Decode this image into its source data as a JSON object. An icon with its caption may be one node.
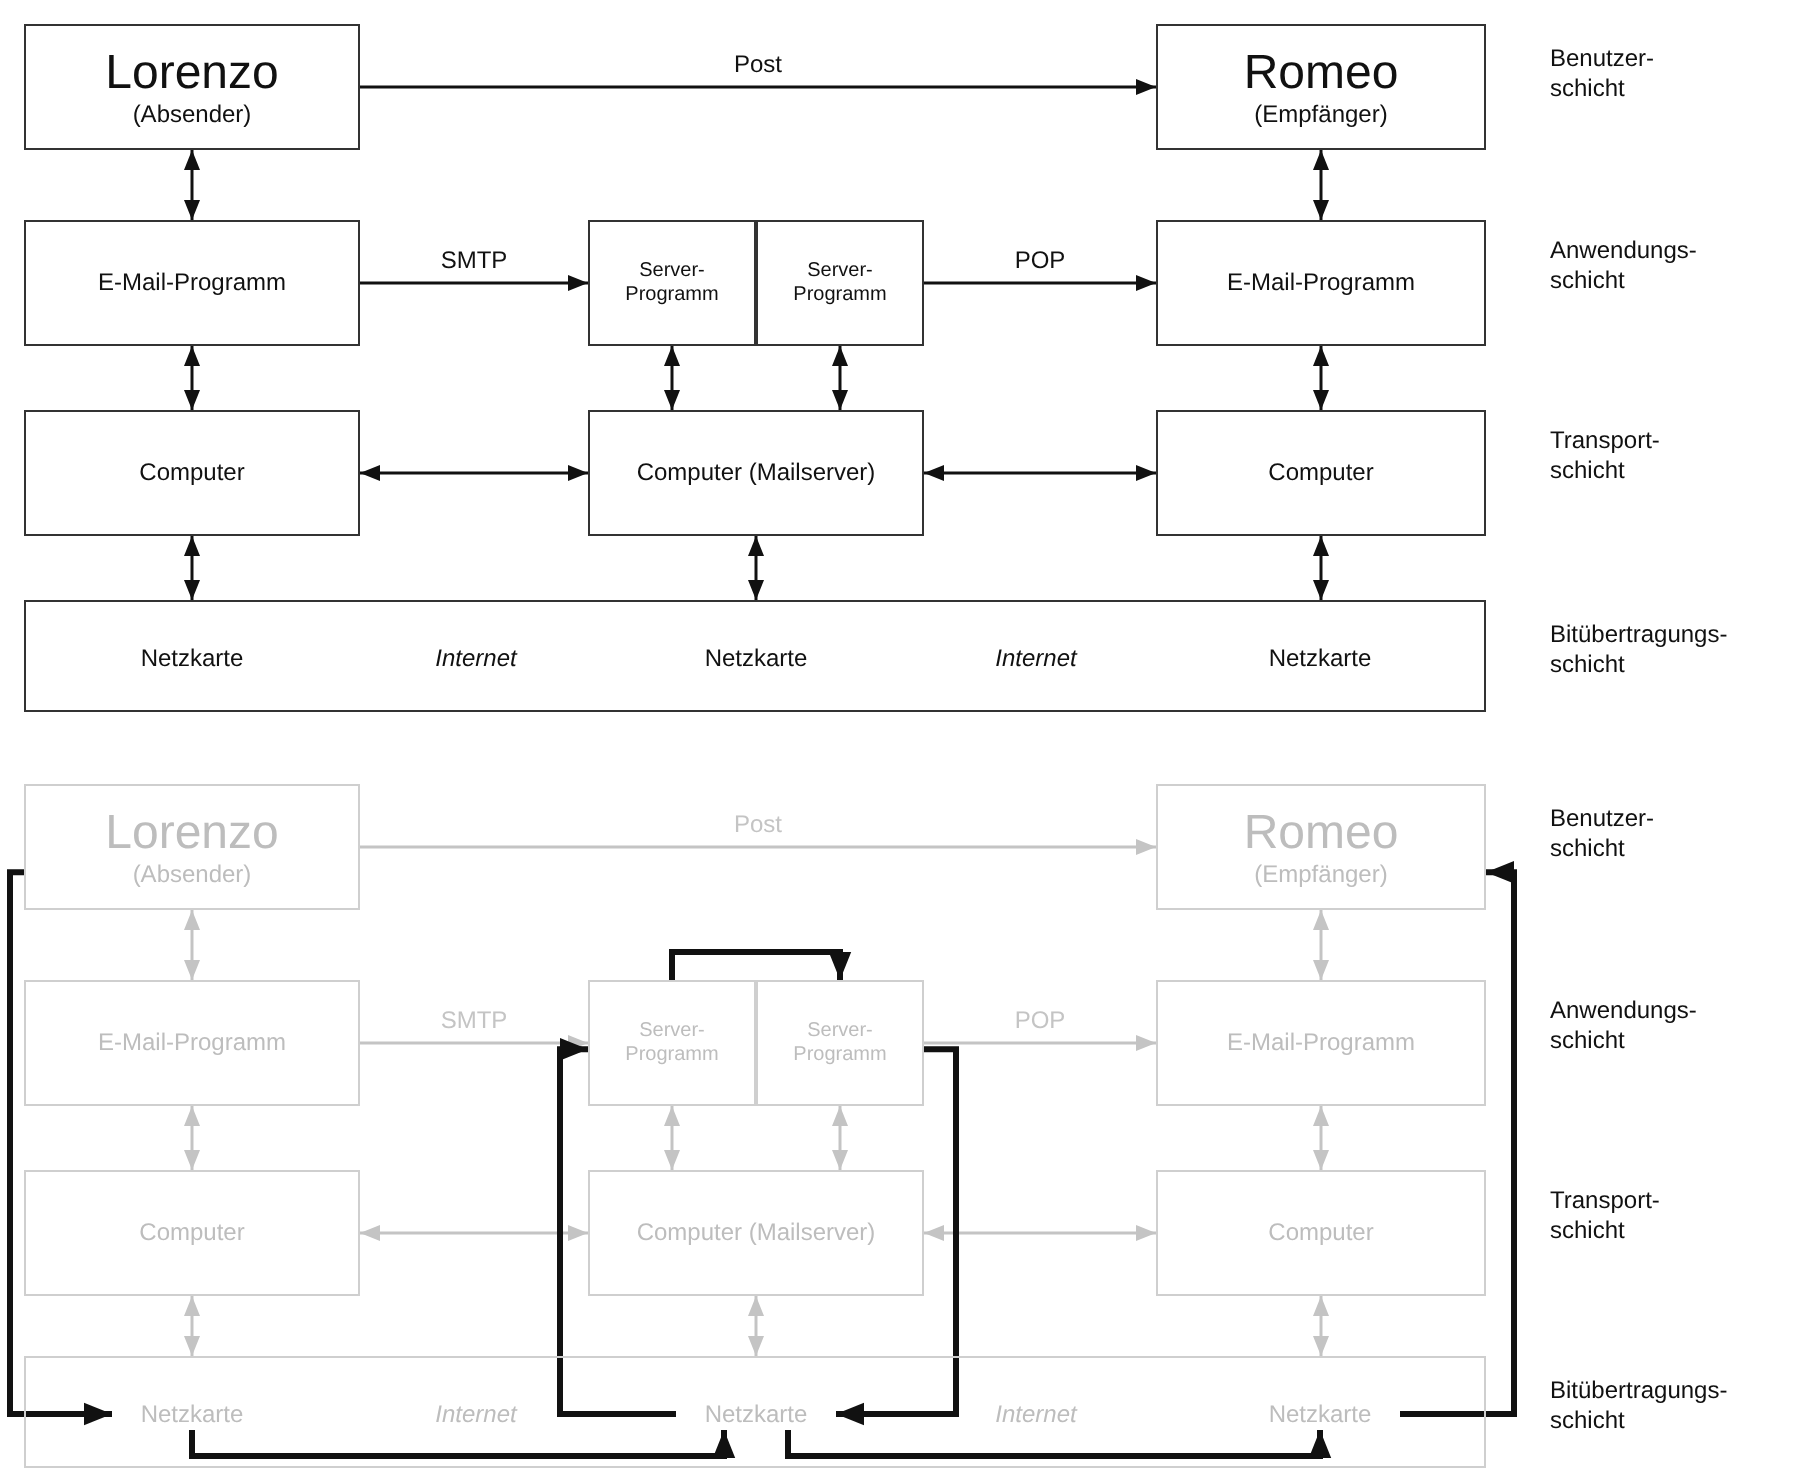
{
  "diagram": {
    "nodes": [
      {
        "text": [
          "Lorenzo",
          "(Absender)"
        ]
      },
      {
        "text": [
          "Romeo",
          "(Empfänger)"
        ]
      },
      {
        "text": [
          "E-Mail-Programm"
        ]
      },
      {
        "text": [
          "Server-Programm"
        ]
      },
      {
        "text": [
          "Server-Programm"
        ]
      },
      {
        "text": [
          "E-Mail-Programm"
        ]
      },
      {
        "text": [
          "Computer"
        ]
      },
      {
        "text": [
          "Computer (Mailserver)"
        ]
      },
      {
        "text": [
          "Computer"
        ]
      },
      {
        "text": [
          "Internet",
          "Internet"
        ]
      },
      {
        "text": [
          "Netzkarte"
        ],
        "in": 9
      },
      {
        "text": [
          "Netzkarte"
        ],
        "in": 9
      },
      {
        "text": [
          "Netzkarte"
        ],
        "in": 9
      },
      {
        "text": [
          "Lorenzo",
          "(Absender)"
        ]
      },
      {
        "text": [
          "Romeo",
          "(Empfänger)"
        ]
      },
      {
        "text": [
          "E-Mail-Programm"
        ]
      },
      {
        "text": [
          "Server-Programm"
        ]
      },
      {
        "text": [
          "Server-Programm"
        ]
      },
      {
        "text": [
          "E-Mail-Programm"
        ]
      },
      {
        "text": [
          "Computer"
        ]
      },
      {
        "text": [
          "Computer (Mailserver)"
        ]
      },
      {
        "text": [
          "Computer"
        ]
      },
      {
        "text": [
          "Internet",
          "Internet"
        ]
      },
      {
        "text": [
          "Netzkarte"
        ],
        "in": 22
      },
      {
        "text": [
          "Netzkarte"
        ],
        "in": 22
      },
      {
        "text": [
          "Netzkarte"
        ],
        "in": 22
      }
    ],
    "edges": [
      {
        "from": 0,
        "to": 1,
        "arrow": "to",
        "label": "Post"
      },
      {
        "from": 0,
        "to": 2,
        "arrow": "both"
      },
      {
        "from": 2,
        "to": 3,
        "arrow": "to",
        "label": "SMTP"
      },
      {
        "from": 4,
        "to": 5,
        "arrow": "to",
        "label": "POP"
      },
      {
        "from": 1,
        "to": 5,
        "arrow": "both"
      },
      {
        "from": 2,
        "to": 6,
        "arrow": "both"
      },
      {
        "from": 3,
        "to": 7,
        "arrow": "both"
      },
      {
        "from": 4,
        "to": 7,
        "arrow": "both"
      },
      {
        "from": 5,
        "to": 8,
        "arrow": "both"
      },
      {
        "from": 6,
        "to": 7,
        "arrow": "both"
      },
      {
        "from": 7,
        "to": 8,
        "arrow": "both"
      },
      {
        "from": 6,
        "to": 9,
        "arrow": "both"
      },
      {
        "from": 7,
        "to": 9,
        "arrow": "both"
      },
      {
        "from": 8,
        "to": 9,
        "arrow": "both"
      },
      {
        "from": 13,
        "to": 14,
        "arrow": "to",
        "label": "Post",
        "color": "#c4c4c4"
      },
      {
        "from": 13,
        "to": 15,
        "arrow": "both",
        "color": "#c4c4c4"
      },
      {
        "from": 15,
        "to": 16,
        "arrow": "to",
        "label": "SMTP",
        "color": "#c4c4c4"
      },
      {
        "from": 17,
        "to": 18,
        "arrow": "to",
        "label": "POP",
        "color": "#c4c4c4"
      },
      {
        "from": 14,
        "to": 18,
        "arrow": "both",
        "color": "#c4c4c4"
      },
      {
        "from": 15,
        "to": 19,
        "arrow": "both",
        "color": "#c4c4c4"
      },
      {
        "from": 16,
        "to": 20,
        "arrow": "both",
        "color": "#c4c4c4"
      },
      {
        "from": 17,
        "to": 20,
        "arrow": "both",
        "color": "#c4c4c4"
      },
      {
        "from": 18,
        "to": 21,
        "arrow": "both",
        "color": "#c4c4c4"
      },
      {
        "from": 19,
        "to": 20,
        "arrow": "both",
        "color": "#c4c4c4"
      },
      {
        "from": 20,
        "to": 21,
        "arrow": "both",
        "color": "#c4c4c4"
      },
      {
        "from": 19,
        "to": 22,
        "arrow": "both",
        "color": "#c4c4c4"
      },
      {
        "from": 20,
        "to": 22,
        "arrow": "both",
        "color": "#c4c4c4"
      },
      {
        "from": 21,
        "to": 22,
        "arrow": "both",
        "color": "#c4c4c4"
      },
      {
        "from": 13,
        "to": 23,
        "arrow": "to",
        "style": "thick"
      },
      {
        "from": 23,
        "to": 24,
        "arrow": "to",
        "style": "thick"
      },
      {
        "from": 24,
        "to": 16,
        "arrow": "to",
        "style": "thick"
      },
      {
        "from": 16,
        "to": 17,
        "arrow": "to",
        "style": "thick"
      },
      {
        "from": 17,
        "to": 24,
        "arrow": "to",
        "style": "thick"
      },
      {
        "from": 24,
        "to": 25,
        "arrow": "to",
        "style": "thick"
      },
      {
        "from": 25,
        "to": 14,
        "arrow": "to",
        "style": "thick"
      }
    ],
    "labels": [
      "Benutzer-schicht",
      "Anwendungs-schicht",
      "Transport-schicht",
      "Bitübertragungs-schicht",
      "Benutzer-schicht",
      "Anwendungs-schicht",
      "Transport-schicht",
      "Bitübertragungs-schicht"
    ]
  }
}
